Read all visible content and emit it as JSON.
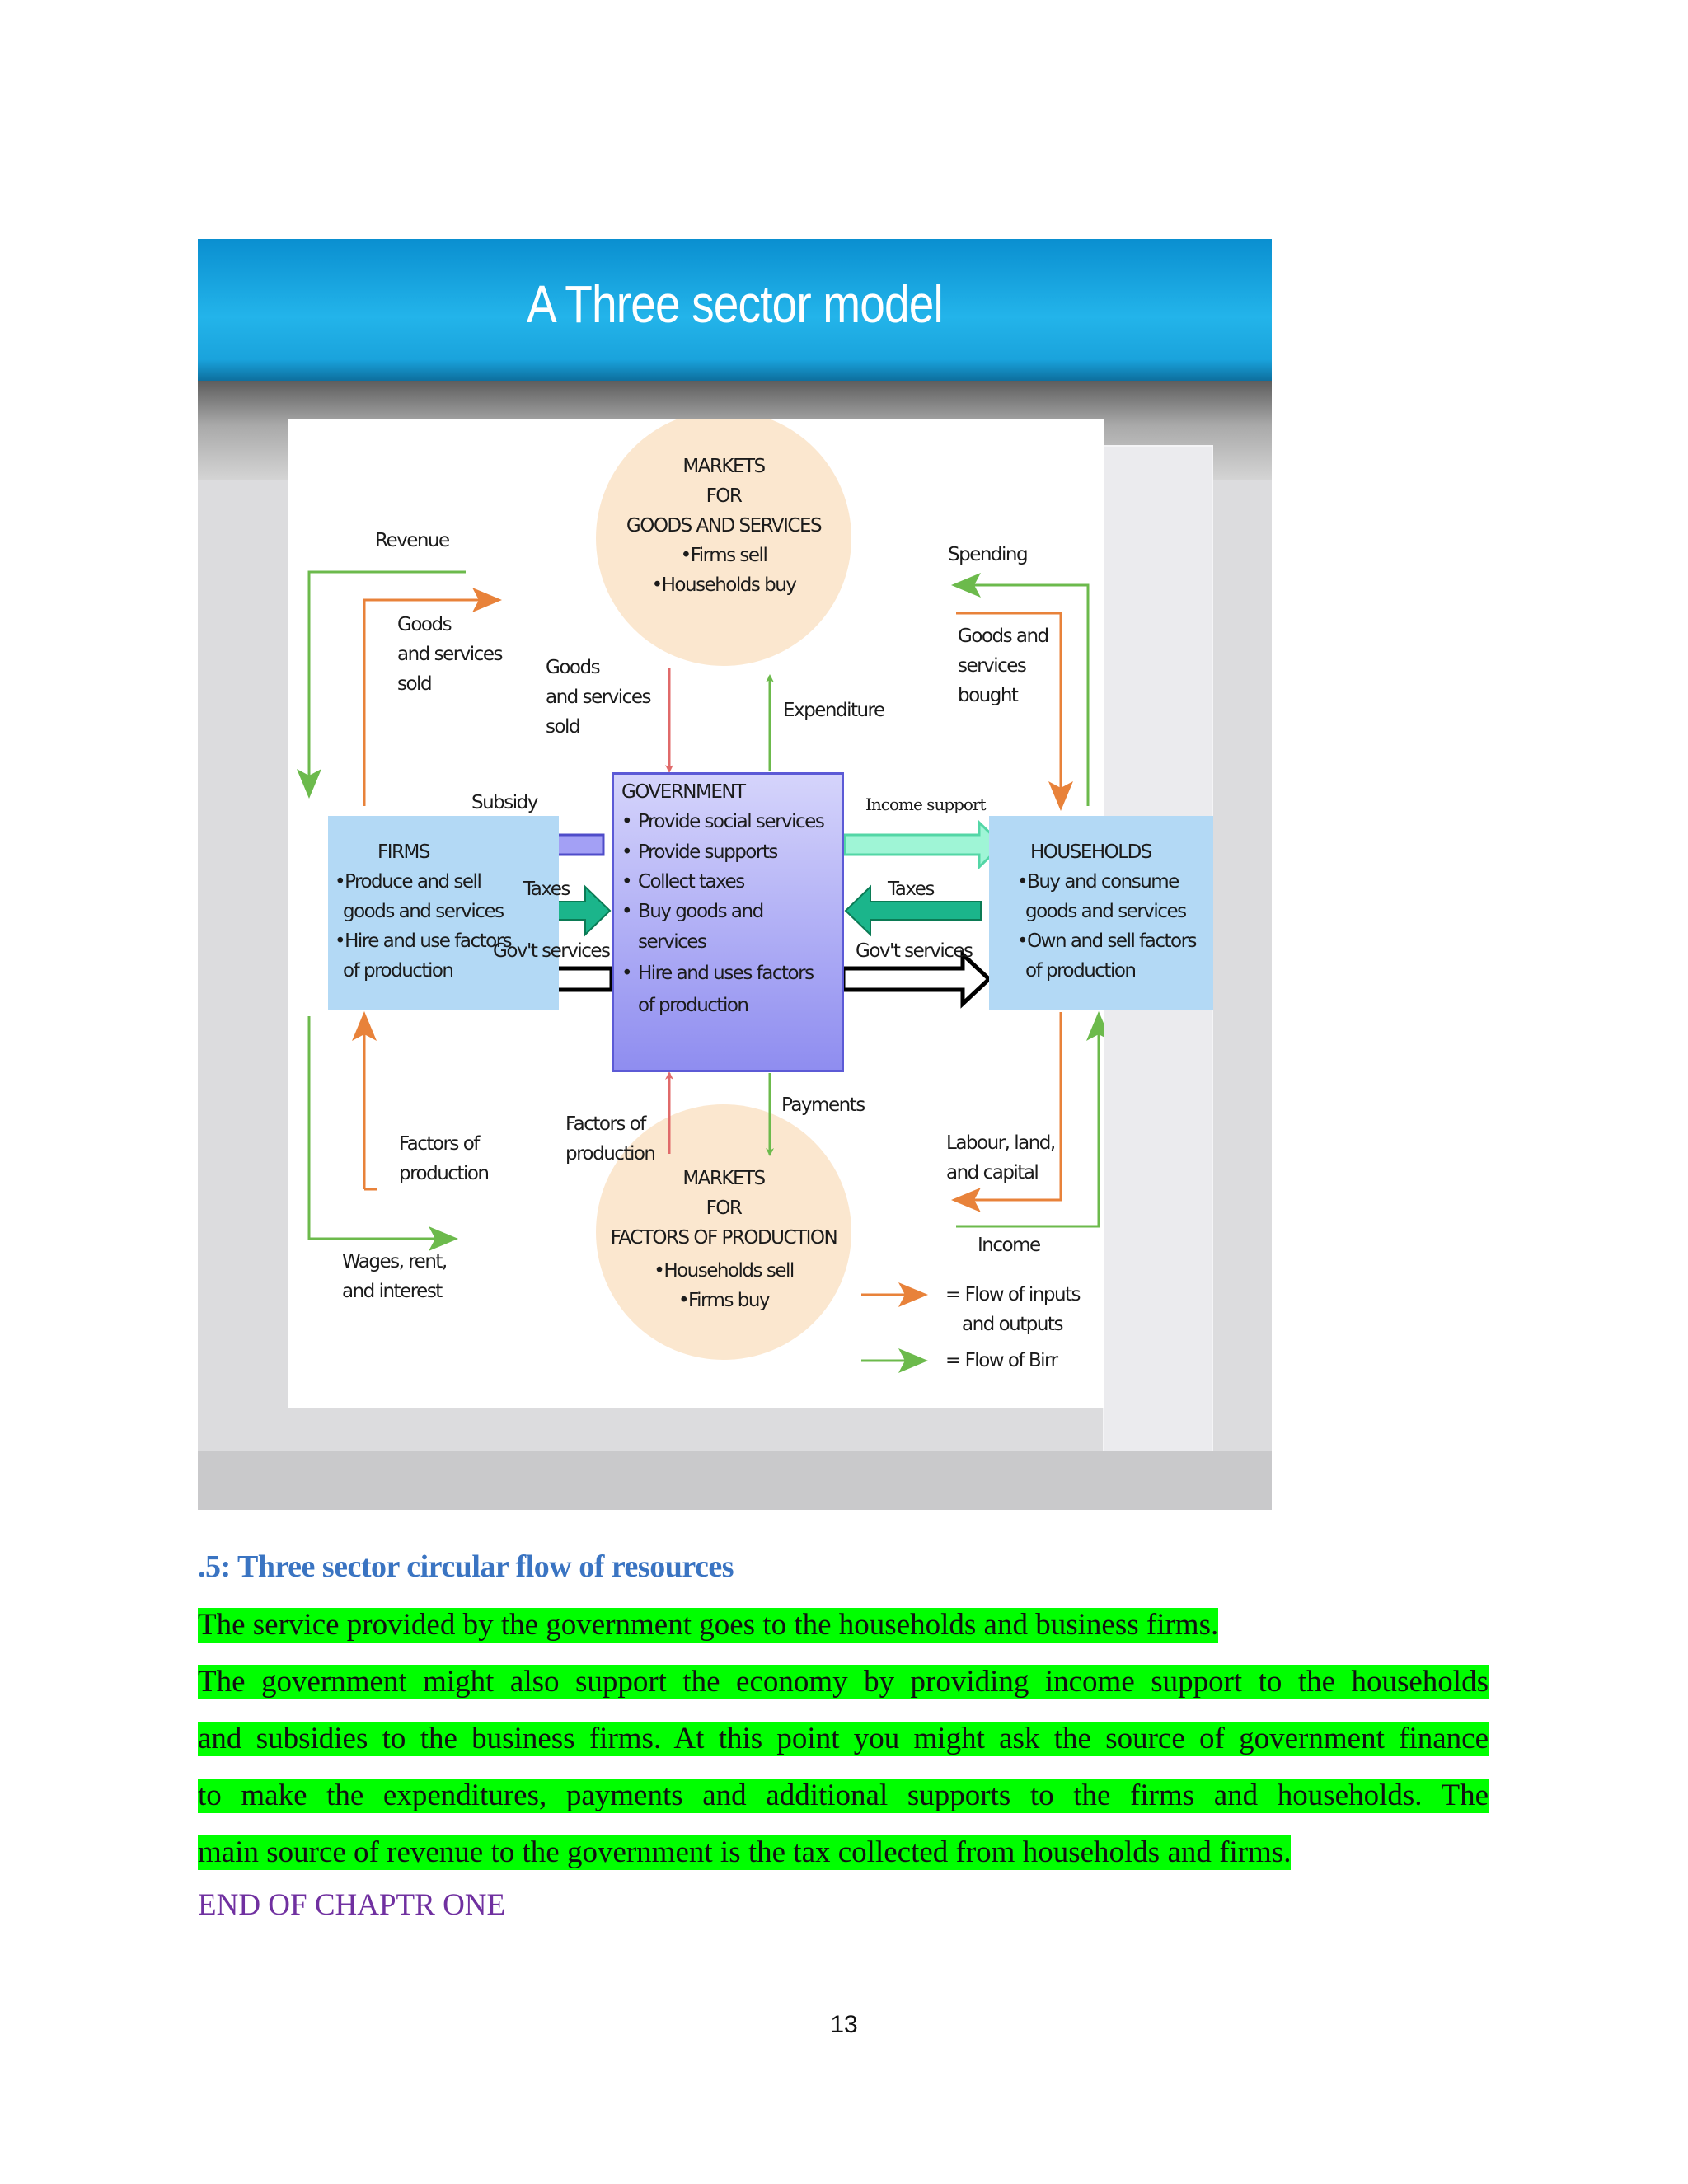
{
  "slide": {
    "title": "A Three sector model",
    "colors": {
      "header_blue": "#1aa3dc",
      "box_blue": "#b3d9f5",
      "gov_purple": "#8f8df0",
      "input_flow_orange": "#e8823a",
      "money_flow_green": "#6cba4c"
    }
  },
  "diagram": {
    "market_goods": {
      "lines": [
        "MARKETS",
        "FOR",
        "GOODS AND SERVICES",
        "•Firms sell",
        "•Households buy"
      ]
    },
    "market_factors": {
      "lines": [
        "MARKETS",
        "FOR",
        "FACTORS OF PRODUCTION",
        "•Households sell",
        "•Firms buy"
      ]
    },
    "firms": {
      "lines": [
        "FIRMS",
        "•Produce and sell",
        "goods and services",
        "•Hire and use factors",
        "of production"
      ]
    },
    "households": {
      "lines": [
        "HOUSEHOLDS",
        "•Buy and consume",
        "goods and services",
        "•Own and sell factors",
        "of production"
      ]
    },
    "government": {
      "title": "GOVERNMENT",
      "items": [
        "Provide social services",
        "Provide supports",
        "Collect taxes",
        "Buy goods and services",
        "Hire and uses factors of production"
      ]
    },
    "labels": {
      "revenue": "Revenue",
      "goods_sold_left": [
        "Goods",
        "and services",
        "sold"
      ],
      "goods_sold_center": [
        "Goods",
        "and services",
        "sold"
      ],
      "expenditure": "Expenditure",
      "spending": "Spending",
      "goods_bought": [
        "Goods and",
        "services",
        "bought"
      ],
      "subsidy": "Subsidy",
      "income_support": "Income support",
      "taxes_left": "Taxes",
      "taxes_right": "Taxes",
      "govt_services_left": "Gov't services",
      "govt_services_right": "Gov't services",
      "factors_left": [
        "Factors of",
        "production"
      ],
      "factors_center": [
        "Factors of",
        "production"
      ],
      "payments": "Payments",
      "labour": [
        "Labour, land,",
        "and capital"
      ],
      "income": "Income",
      "wages": [
        "Wages, rent,",
        "and interest"
      ]
    },
    "legend": {
      "inputs": [
        "= Flow of inputs",
        "and outputs"
      ],
      "money": "= Flow of Birr"
    }
  },
  "caption": ".5: Three sector circular flow of resources",
  "paragraph": {
    "line1": "The service provided by the government goes to the households and business firms.",
    "line2": "The government might also support the economy by providing income support to the households",
    "line3": "and subsidies to the business firms. At this point you might ask the source of government finance",
    "line4": "to make the expenditures, payments and additional supports to the firms and households. The",
    "line5": "main source of revenue to the government is the tax collected from households and firms."
  },
  "end_text": "END OF CHAPTR ONE",
  "page_number": "13"
}
